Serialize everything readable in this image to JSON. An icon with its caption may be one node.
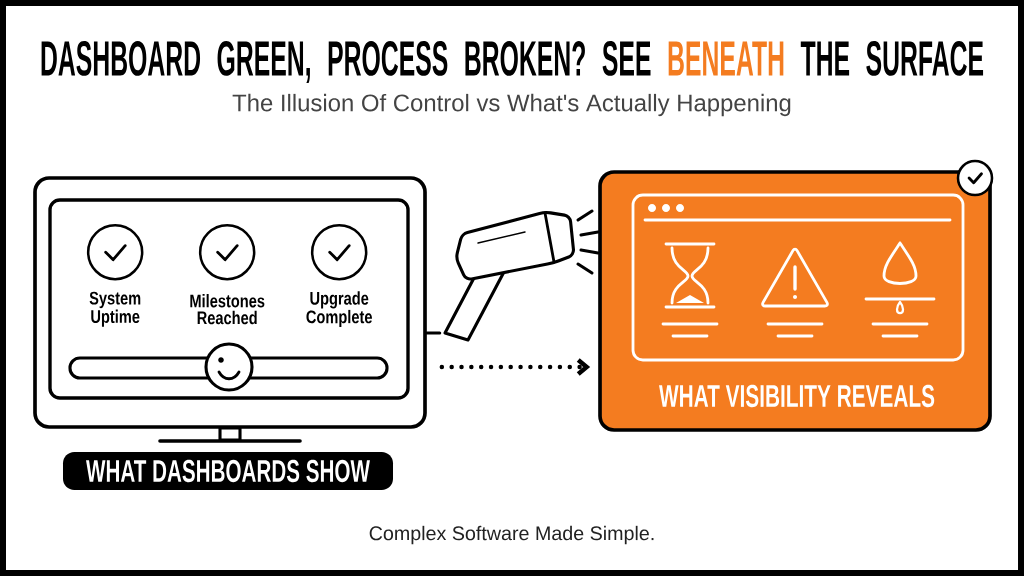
{
  "diagram": {
    "title": "DASHBOARD GREEN, PROCESS BROKEN? SEE **BENEATH** THE SURFACE",
    "nodes": [
      {
        "text": [
          "WHAT DASHBOARDS SHOW"
        ]
      },
      {
        "text": [
          "System Uptime"
        ],
        "in": 0
      },
      {
        "text": [
          "Milestones Reached"
        ],
        "in": 0
      },
      {
        "text": [
          "Upgrade Complete"
        ],
        "in": 0
      },
      {
        "text": [
          "WHAT VISIBILITY REVEALS"
        ]
      },
      {
        "text": [],
        "shape": "picture"
      }
    ],
    "edges": [
      {
        "from": 0,
        "to": 4,
        "arrow": "to",
        "style": "dashed"
      },
      {
        "from": 0,
        "to": 5,
        "arrow": "none"
      }
    ],
    "labels": [
      "The Illusion Of Control vs What's Actually Happening",
      "Complex Software Made Simple."
    ]
  }
}
